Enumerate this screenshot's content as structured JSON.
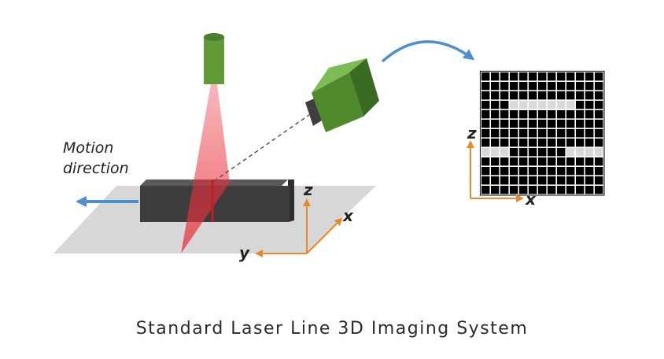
{
  "motion_label": {
    "line1": "Motion",
    "line2": "direction"
  },
  "axes_3d": {
    "z": "z",
    "x": "x",
    "y": "y"
  },
  "image_axes": {
    "z": "z",
    "x": "x"
  },
  "caption": "Standard Laser Line 3D Imaging System",
  "sensor_image": {
    "cols": 13,
    "rows": 13,
    "lit_cells": [
      [
        3,
        3
      ],
      [
        3,
        4
      ],
      [
        3,
        5
      ],
      [
        3,
        6
      ],
      [
        3,
        7
      ],
      [
        3,
        8
      ],
      [
        3,
        9
      ],
      [
        8,
        0
      ],
      [
        8,
        1
      ],
      [
        8,
        2
      ],
      [
        8,
        9
      ],
      [
        8,
        10
      ],
      [
        8,
        11
      ],
      [
        8,
        12
      ]
    ]
  },
  "colors": {
    "accent_orange": "#e58a2c",
    "arrow_blue": "#4f8fd0",
    "laser_red": "#e8303b",
    "device_green": "#5f9a35",
    "floor_gray": "#d7d7d7",
    "object_dark": "#3d3d3d"
  }
}
